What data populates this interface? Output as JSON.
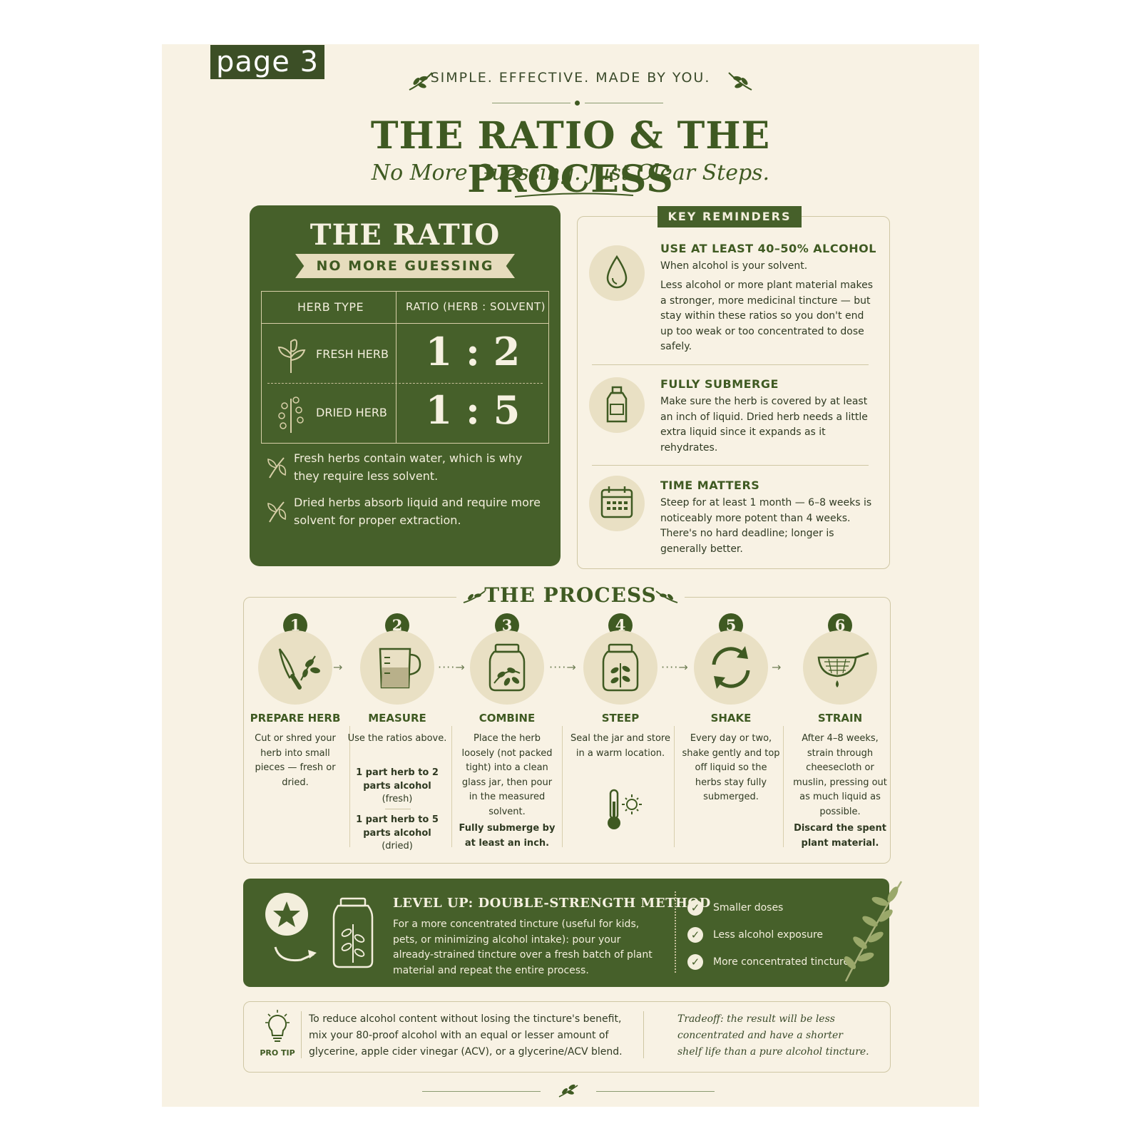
{
  "page_label": "page 3",
  "tagline": "SIMPLE. EFFECTIVE. MADE BY YOU.",
  "title": "THE RATIO & THE PROCESS",
  "subtitle": "No More Guessing. Just Clear Steps.",
  "ratio": {
    "title": "THE RATIO",
    "ribbon": "NO MORE GUESSING",
    "col_herb": "HERB TYPE",
    "col_ratio": "RATIO (HERB : SOLVENT)",
    "rows": [
      {
        "label": "FRESH HERB",
        "value": "1 : 2",
        "icon": "fresh-leaf-icon"
      },
      {
        "label": "DRIED HERB",
        "value": "1 : 5",
        "icon": "dried-herb-icon"
      }
    ],
    "notes": [
      "Fresh herbs contain water, which is why they require less solvent.",
      "Dried herbs absorb liquid and require more solvent for proper extraction."
    ]
  },
  "reminders": {
    "tag": "KEY REMINDERS",
    "items": [
      {
        "heading": "USE AT LEAST 40–50% ALCOHOL",
        "icon": "droplet-icon",
        "lead": "When alcohol is your solvent.",
        "text": "Less alcohol or more plant material makes a stronger, more medicinal tincture — but stay within these ratios so you don't end up too weak or too concentrated to dose safely."
      },
      {
        "heading": "FULLY SUBMERGE",
        "icon": "bottle-icon",
        "lead": "",
        "text": "Make sure the herb is covered by at least an inch of liquid. Dried herb needs a little extra liquid since it expands as it rehydrates."
      },
      {
        "heading": "TIME MATTERS",
        "icon": "calendar-icon",
        "lead": "",
        "text": "Steep for at least 1 month — 6–8 weeks is noticeably more potent than 4 weeks. There's no hard deadline; longer is generally better."
      }
    ]
  },
  "process": {
    "title": "THE PROCESS",
    "steps": [
      {
        "num": "1",
        "name": "PREPARE HERB",
        "icon": "knife-herb-icon",
        "text": "Cut or shred your herb into small pieces — fresh or dried."
      },
      {
        "num": "2",
        "name": "MEASURE",
        "icon": "measuring-cup-icon",
        "text": "Use the ratios above.",
        "extra1": "1 part herb to 2 parts alcohol",
        "extra1_note": "(fresh)",
        "extra2": "1 part herb to 5 parts alcohol",
        "extra2_note": "(dried)"
      },
      {
        "num": "3",
        "name": "COMBINE",
        "icon": "jar-herbs-icon",
        "text": "Place the herb loosely (not packed tight) into a clean glass jar, then pour in the measured solvent.",
        "extra1": "Fully submerge by at least an inch."
      },
      {
        "num": "4",
        "name": "STEEP",
        "icon": "jar-steep-icon",
        "text": "Seal the jar and store in a warm location."
      },
      {
        "num": "5",
        "name": "SHAKE",
        "icon": "shake-cycle-icon",
        "text": "Every day or two, shake gently and top off liquid so the herbs stay fully submerged."
      },
      {
        "num": "6",
        "name": "STRAIN",
        "icon": "strainer-icon",
        "text": "After 4–8 weeks, strain through cheesecloth or muslin, pressing out as much liquid as possible.",
        "extra1": "Discard the spent plant material."
      }
    ]
  },
  "level_up": {
    "heading": "LEVEL UP: DOUBLE-STRENGTH METHOD",
    "text": "For a more concentrated tincture (useful for kids, pets, or minimizing alcohol intake): pour your already-strained tincture over a fresh batch of plant material and repeat the entire process.",
    "benefits": [
      "Smaller doses",
      "Less alcohol exposure",
      "More concentrated tincture"
    ]
  },
  "pro_tip": {
    "label": "PRO TIP",
    "text": "To reduce alcohol content without losing the tincture's benefit, mix your 80-proof alcohol with an equal or lesser amount of glycerine, apple cider vinegar (ACV), or a glycerine/ACV blend.",
    "tradeoff": "Tradeoff: the result will be less concentrated and have a shorter shelf life than a pure alcohol tincture."
  },
  "colors": {
    "primary_green": "#46602a",
    "cream": "#f8f2e4",
    "tan": "#e9e0c4"
  }
}
